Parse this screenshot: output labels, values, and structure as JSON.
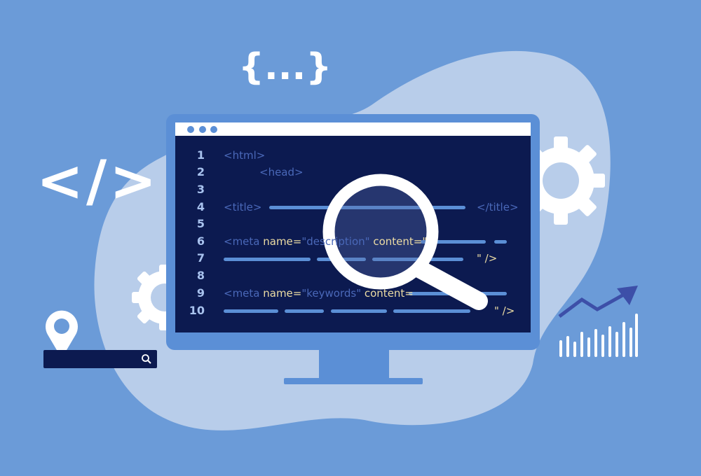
{
  "decor": {
    "braces_text": "{...}",
    "tag_text": "</>"
  },
  "code_editor": {
    "line_numbers": [
      "1",
      "2",
      "3",
      "4",
      "5",
      "6",
      "7",
      "8",
      "9",
      "10"
    ],
    "line1": "<html>",
    "line2": "<head>",
    "line4_open": "<title>",
    "line4_close": "</title>",
    "line6_tag": "<meta ",
    "line6_attr": "name=",
    "line6_val": "\"description\"",
    "line6_attr2": " content=\"",
    "line7_end": "\" />",
    "line9_tag": "<meta ",
    "line9_attr": "name=",
    "line9_val": "\"keywords\"",
    "line9_attr2": " content=",
    "line10_end": "\" />"
  },
  "colors": {
    "background": "#6b9bd8",
    "blob": "#b8cdea",
    "screen": "#0c1a50",
    "accent": "#5b8fd6",
    "highlight": "#ecdca4"
  },
  "icons": [
    "code-tag-icon",
    "curly-braces-icon",
    "gear-icon",
    "location-pin-icon",
    "search-icon",
    "magnifying-glass-icon",
    "trend-chart-icon"
  ]
}
